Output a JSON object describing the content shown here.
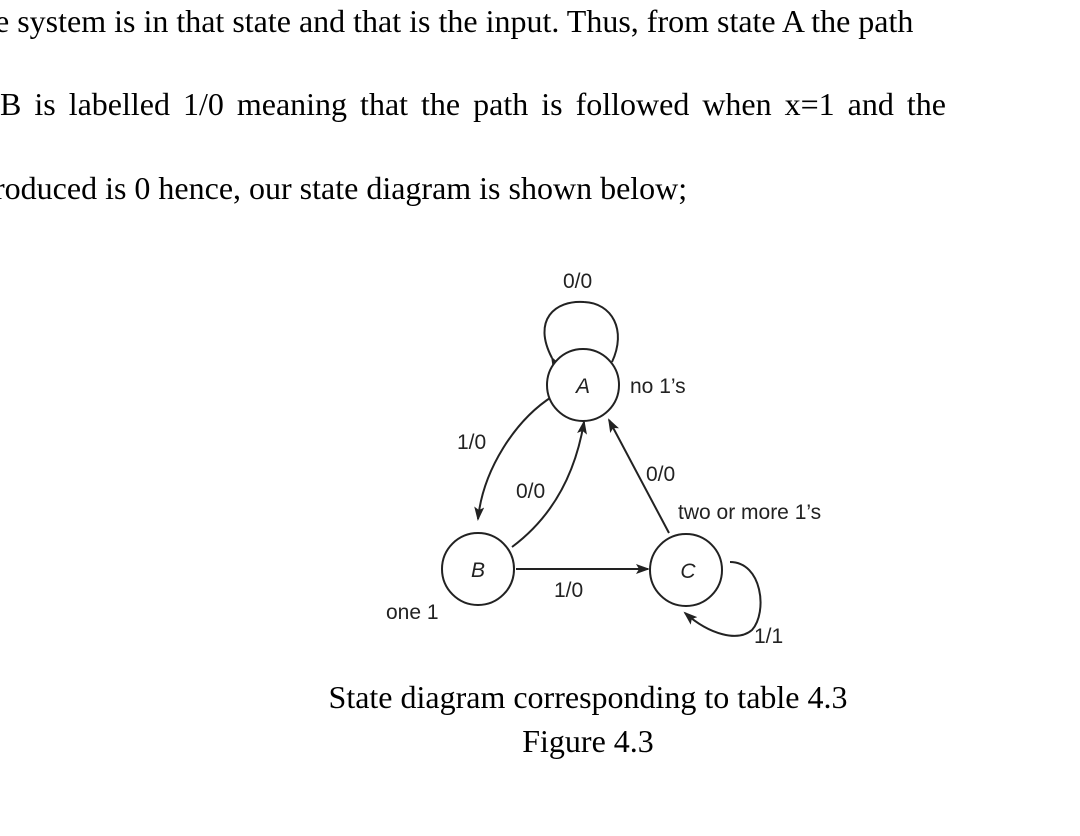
{
  "body_text": {
    "line1": "e system is in that state and that is the input. Thus, from state A the path",
    "line2": "B is labelled 1/0 meaning that the path is followed when x=1 and the",
    "line3": "roduced is 0 hence, our state diagram is shown below;"
  },
  "diagram": {
    "states": {
      "a": "A",
      "b": "B",
      "c": "C"
    },
    "state_descriptions": {
      "a": "no 1’s",
      "b": "one 1",
      "c": "two or more 1’s"
    },
    "transitions": {
      "a_to_a": "0/0",
      "a_to_b": "1/0",
      "b_to_a": "0/0",
      "c_to_a": "0/0",
      "b_to_c": "1/0",
      "c_to_c": "1/1"
    }
  },
  "caption": {
    "title": "State diagram corresponding to table 4.3",
    "figure": "Figure 4.3"
  }
}
